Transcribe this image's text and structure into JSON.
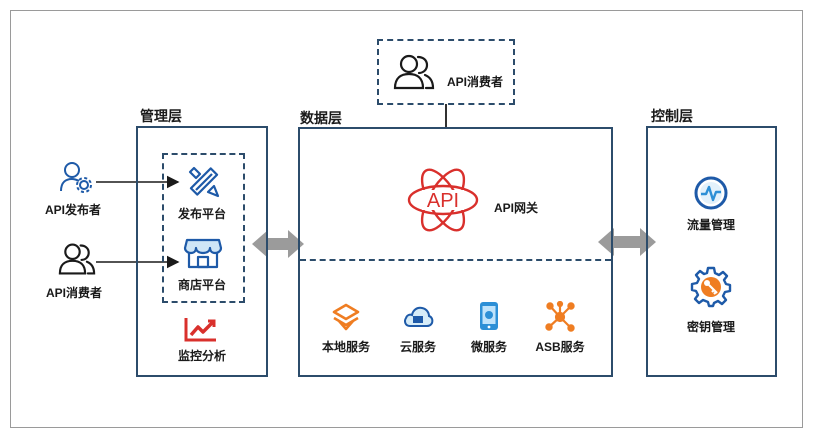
{
  "layers": {
    "management": {
      "title": "管理层"
    },
    "data": {
      "title": "数据层"
    },
    "control": {
      "title": "控制层"
    }
  },
  "actors": {
    "publisher": "API发布者",
    "consumer_left": "API消费者",
    "consumer_top": "API消费者"
  },
  "management": {
    "publish_platform": "发布平台",
    "store_platform": "商店平台",
    "monitor_analysis": "监控分析"
  },
  "data_layer": {
    "gateway_logo_text": "API",
    "gateway_label": "API网关",
    "services": [
      {
        "label": "本地服务",
        "icon": "layers-icon"
      },
      {
        "label": "云服务",
        "icon": "cloud-icon"
      },
      {
        "label": "微服务",
        "icon": "phone-icon"
      },
      {
        "label": "ASB服务",
        "icon": "network-icon"
      }
    ]
  },
  "control": {
    "traffic_management": "流量管理",
    "key_management": "密钥管理"
  },
  "colors": {
    "border": "#2c4c6b",
    "icon_blue": "#1e5aa8",
    "accent_red": "#d9302c",
    "accent_orange": "#ef7d22",
    "arrow_gray": "#9b9b9b"
  }
}
